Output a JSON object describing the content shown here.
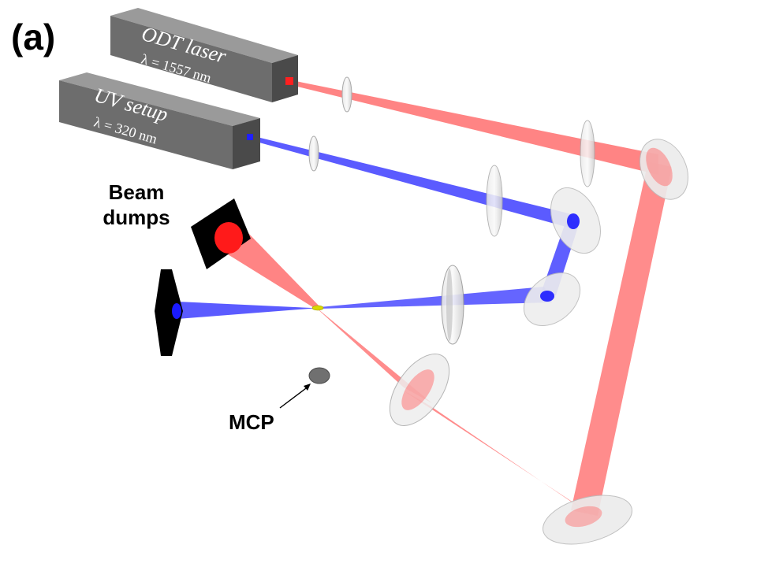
{
  "panel_label": "(a)",
  "devices": {
    "odt": {
      "title": "ODT  laser",
      "wavelength": "λ = 1557 nm"
    },
    "uv": {
      "title": "UV setup",
      "wavelength": "λ = 320 nm"
    }
  },
  "labels": {
    "beam_dumps_line1": "Beam",
    "beam_dumps_line2": "dumps",
    "mcp": "MCP"
  },
  "colors": {
    "red_beam": "#ff5b5b",
    "blue_beam": "#3232ff",
    "box_gray": "#6d6d6d",
    "dump_black": "#000000"
  }
}
